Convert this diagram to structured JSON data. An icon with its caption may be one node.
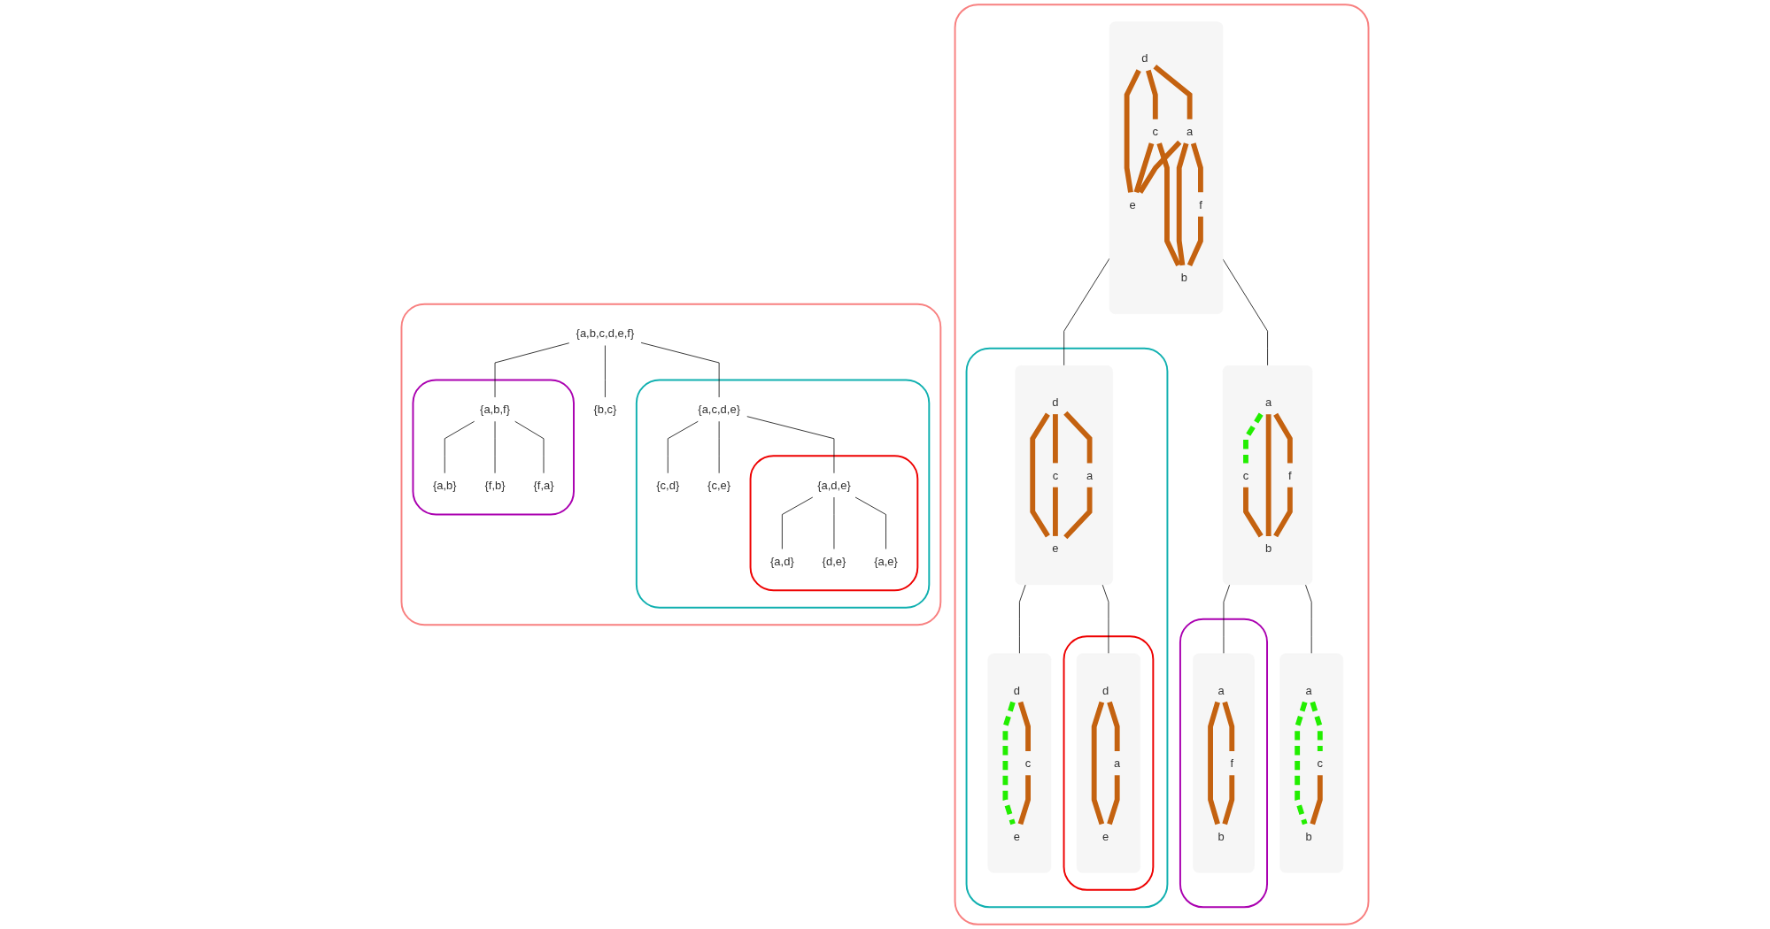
{
  "diagram": {
    "nodes": [
      {
        "text": [],
        "shape": "blob"
      },
      {
        "text": [
          "{a,b,c,d,e,f}"
        ],
        "in": 0
      },
      {
        "text": [
          "{b,c}"
        ],
        "in": 0
      },
      {
        "text": [],
        "shape": "blob",
        "in": 0
      },
      {
        "text": [
          "{a,c,d,e}"
        ],
        "in": 3
      },
      {
        "text": [],
        "shape": "blob",
        "in": 0
      },
      {
        "text": [
          "{a,b,f}"
        ],
        "in": 5
      },
      {
        "text": [
          "{c,d}"
        ],
        "in": 3
      },
      {
        "text": [
          "{c,e}"
        ],
        "in": 3
      },
      {
        "text": [],
        "shape": "blob",
        "in": 3
      },
      {
        "text": [
          "{a,d,e}"
        ],
        "in": 9
      },
      {
        "text": [
          "{a,b}"
        ],
        "in": 5
      },
      {
        "text": [
          "{f,b}"
        ],
        "in": 5
      },
      {
        "text": [
          "{f,a}"
        ],
        "in": 5
      },
      {
        "text": [
          "{a,d}"
        ],
        "in": 9
      },
      {
        "text": [
          "{d,e}"
        ],
        "in": 9
      },
      {
        "text": [
          "{a,e}"
        ],
        "in": 9
      },
      {
        "text": [],
        "shape": "blob"
      },
      {
        "text": [],
        "shape": "picture",
        "in": 17
      },
      {
        "text": [
          "d"
        ],
        "in": 18
      },
      {
        "text": [
          "c"
        ],
        "in": 18
      },
      {
        "text": [
          "a"
        ],
        "in": 18
      },
      {
        "text": [
          "e"
        ],
        "in": 18
      },
      {
        "text": [
          "f"
        ],
        "in": 18
      },
      {
        "text": [
          "b"
        ],
        "in": 18
      },
      {
        "text": [],
        "shape": "blob",
        "in": 17
      },
      {
        "text": [],
        "shape": "picture",
        "in": 25
      },
      {
        "text": [
          "d"
        ],
        "in": 26
      },
      {
        "text": [
          "c"
        ],
        "in": 26
      },
      {
        "text": [
          "a"
        ],
        "in": 26
      },
      {
        "text": [
          "e"
        ],
        "in": 26
      },
      {
        "text": [],
        "shape": "picture",
        "in": 17
      },
      {
        "text": [
          "c"
        ],
        "in": 31
      },
      {
        "text": [
          "a"
        ],
        "in": 31
      },
      {
        "text": [
          "f"
        ],
        "in": 31
      },
      {
        "text": [
          "b"
        ],
        "in": 31
      },
      {
        "text": [],
        "shape": "picture",
        "in": 25
      },
      {
        "text": [
          "d"
        ],
        "in": 36
      },
      {
        "text": [
          "c"
        ],
        "in": 36
      },
      {
        "text": [
          "e"
        ],
        "in": 36
      },
      {
        "text": [],
        "shape": "blob",
        "in": 25
      },
      {
        "text": [],
        "shape": "picture",
        "in": 40
      },
      {
        "text": [
          "d"
        ],
        "in": 41
      },
      {
        "text": [
          "a"
        ],
        "in": 41
      },
      {
        "text": [
          "e"
        ],
        "in": 41
      },
      {
        "text": [],
        "shape": "blob",
        "in": 17
      },
      {
        "text": [],
        "shape": "picture",
        "in": 45
      },
      {
        "text": [
          "a"
        ],
        "in": 46
      },
      {
        "text": [
          "f"
        ],
        "in": 46
      },
      {
        "text": [
          "b"
        ],
        "in": 46
      },
      {
        "text": [],
        "shape": "picture",
        "in": 17
      },
      {
        "text": [
          "c"
        ],
        "in": 50
      },
      {
        "text": [
          "a"
        ],
        "in": 50
      },
      {
        "text": [
          "b"
        ],
        "in": 50
      }
    ],
    "edges": [
      {
        "from": 1,
        "to": 2,
        "arrow": "none",
        "color": "#000000"
      },
      {
        "from": 1,
        "to": 4,
        "arrow": "none",
        "color": "#000000"
      },
      {
        "from": 1,
        "to": 6,
        "arrow": "none",
        "color": "#000000"
      },
      {
        "from": 4,
        "to": 7,
        "arrow": "none",
        "color": "#000000"
      },
      {
        "from": 4,
        "to": 8,
        "arrow": "none",
        "color": "#000000"
      },
      {
        "from": 4,
        "to": 10,
        "arrow": "none",
        "color": "#000000"
      },
      {
        "from": 6,
        "to": 11,
        "arrow": "none",
        "color": "#000000"
      },
      {
        "from": 6,
        "to": 12,
        "arrow": "none",
        "color": "#000000"
      },
      {
        "from": 6,
        "to": 13,
        "arrow": "none",
        "color": "#000000"
      },
      {
        "from": 10,
        "to": 14,
        "arrow": "none",
        "color": "#000000"
      },
      {
        "from": 10,
        "to": 15,
        "arrow": "none",
        "color": "#000000"
      },
      {
        "from": 10,
        "to": 16,
        "arrow": "none",
        "color": "#000000"
      },
      {
        "from": 18,
        "to": 26,
        "arrow": "none",
        "color": "#000000"
      },
      {
        "from": 18,
        "to": 31,
        "arrow": "none",
        "color": "#000000"
      },
      {
        "from": 26,
        "to": 36,
        "arrow": "none",
        "color": "#000000"
      },
      {
        "from": 26,
        "to": 41,
        "arrow": "none",
        "color": "#000000"
      },
      {
        "from": 31,
        "to": 46,
        "arrow": "none",
        "color": "#000000"
      },
      {
        "from": 31,
        "to": 50,
        "arrow": "none",
        "color": "#000000"
      },
      {
        "from": 19,
        "to": 20,
        "arrow": "none",
        "color": "#c46210"
      },
      {
        "from": 19,
        "to": 21,
        "arrow": "none",
        "color": "#c46210"
      },
      {
        "from": 19,
        "to": 22,
        "arrow": "none",
        "color": "#c46210"
      },
      {
        "from": 20,
        "to": 22,
        "arrow": "none",
        "color": "#c46210"
      },
      {
        "from": 20,
        "to": 24,
        "arrow": "none",
        "color": "#c46210"
      },
      {
        "from": 21,
        "to": 22,
        "arrow": "none",
        "color": "#c46210"
      },
      {
        "from": 21,
        "to": 23,
        "arrow": "none",
        "color": "#c46210"
      },
      {
        "from": 21,
        "to": 24,
        "arrow": "none",
        "color": "#c46210"
      },
      {
        "from": 23,
        "to": 24,
        "arrow": "none",
        "color": "#c46210"
      },
      {
        "from": 27,
        "to": 28,
        "arrow": "none",
        "color": "#c46210"
      },
      {
        "from": 27,
        "to": 29,
        "arrow": "none",
        "color": "#c46210"
      },
      {
        "from": 27,
        "to": 30,
        "arrow": "none",
        "color": "#c46210"
      },
      {
        "from": 28,
        "to": 30,
        "arrow": "none",
        "color": "#c46210"
      },
      {
        "from": 29,
        "to": 30,
        "arrow": "none",
        "color": "#c46210"
      },
      {
        "from": 33,
        "to": 32,
        "arrow": "none",
        "style": "dashed",
        "color": "#22ee00"
      },
      {
        "from": 32,
        "to": 35,
        "arrow": "none",
        "color": "#c46210"
      },
      {
        "from": 33,
        "to": 34,
        "arrow": "none",
        "color": "#c46210"
      },
      {
        "from": 33,
        "to": 35,
        "arrow": "none",
        "color": "#c46210"
      },
      {
        "from": 34,
        "to": 35,
        "arrow": "none",
        "color": "#c46210"
      },
      {
        "from": 37,
        "to": 38,
        "arrow": "none",
        "color": "#c46210"
      },
      {
        "from": 37,
        "to": 39,
        "arrow": "none",
        "style": "dashed",
        "color": "#22ee00"
      },
      {
        "from": 38,
        "to": 39,
        "arrow": "none",
        "color": "#c46210"
      },
      {
        "from": 42,
        "to": 43,
        "arrow": "none",
        "color": "#c46210"
      },
      {
        "from": 42,
        "to": 44,
        "arrow": "none",
        "color": "#c46210"
      },
      {
        "from": 43,
        "to": 44,
        "arrow": "none",
        "color": "#c46210"
      },
      {
        "from": 47,
        "to": 48,
        "arrow": "none",
        "color": "#c46210"
      },
      {
        "from": 47,
        "to": 49,
        "arrow": "none",
        "color": "#c46210"
      },
      {
        "from": 48,
        "to": 49,
        "arrow": "none",
        "color": "#c46210"
      },
      {
        "from": 52,
        "to": 51,
        "arrow": "none",
        "style": "dashed",
        "color": "#22ee00"
      },
      {
        "from": 52,
        "to": 53,
        "arrow": "none",
        "style": "dashed",
        "color": "#22ee00"
      },
      {
        "from": 51,
        "to": 53,
        "arrow": "none",
        "color": "#c46210"
      }
    ]
  }
}
